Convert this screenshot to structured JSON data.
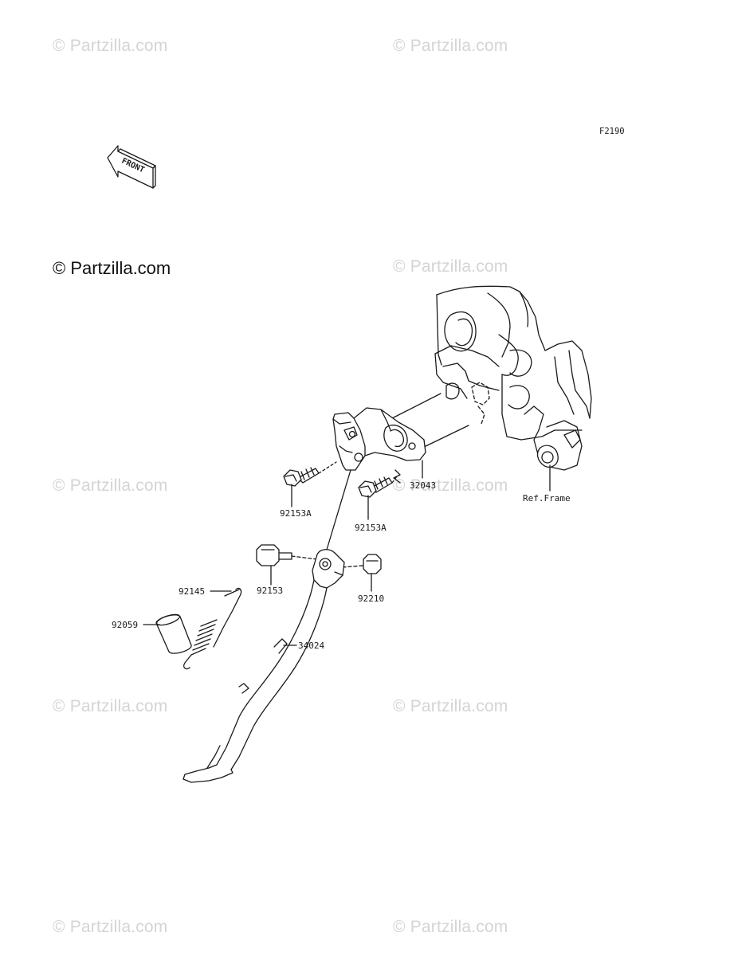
{
  "diagram_code": "F2190",
  "front_badge": "FRONT",
  "watermark": "© Partzilla.com",
  "watermark_bold": "© Partzilla.com",
  "labels": {
    "p92153A_left": "92153A",
    "p32043": "32043",
    "p_ref_frame": "Ref.Frame",
    "p92153A_right": "92153A",
    "p92153": "92153",
    "p92210": "92210",
    "p92145": "92145",
    "p92059": "92059",
    "p34024": "34024"
  }
}
